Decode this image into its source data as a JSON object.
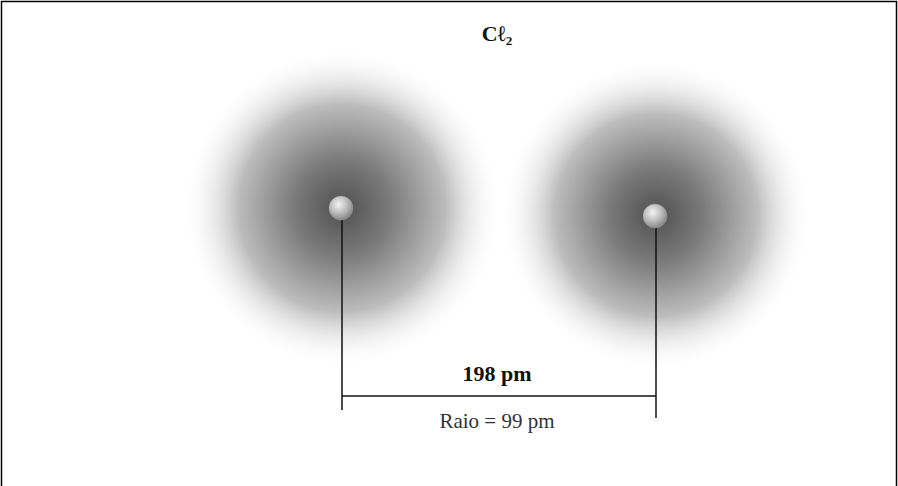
{
  "diagram": {
    "title": "Cℓ₂",
    "labels": [
      "198 pm",
      "Raio = 99 pm"
    ]
  }
}
